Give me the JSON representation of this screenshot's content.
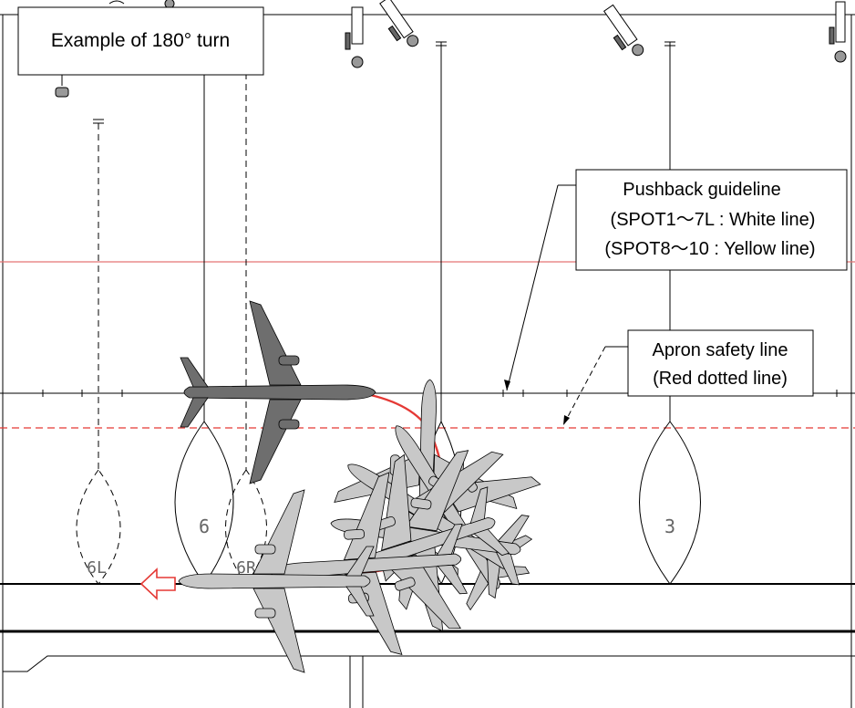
{
  "title": "Example of 180° turn",
  "callouts": {
    "pushback": {
      "heading": "Pushback guideline",
      "line1": "(SPOT1～7L : White line)",
      "line2": "(SPOT8～10 : Yellow line)"
    },
    "apron": {
      "heading": "Apron safety line",
      "line1": "(Red dotted line)"
    }
  },
  "spots": {
    "spot_6": "6",
    "spot_6L": "6L",
    "spot_6R": "6R",
    "spot_3": "3"
  },
  "colors": {
    "red_line": "#e53935",
    "aircraft_dark": "#6e6e6e",
    "aircraft_light": "#c4c4c4",
    "direction_arrow": "#e53935"
  },
  "icons": {
    "direction": "left-arrow-outline",
    "boarding_bridge": "boarding-bridge"
  }
}
